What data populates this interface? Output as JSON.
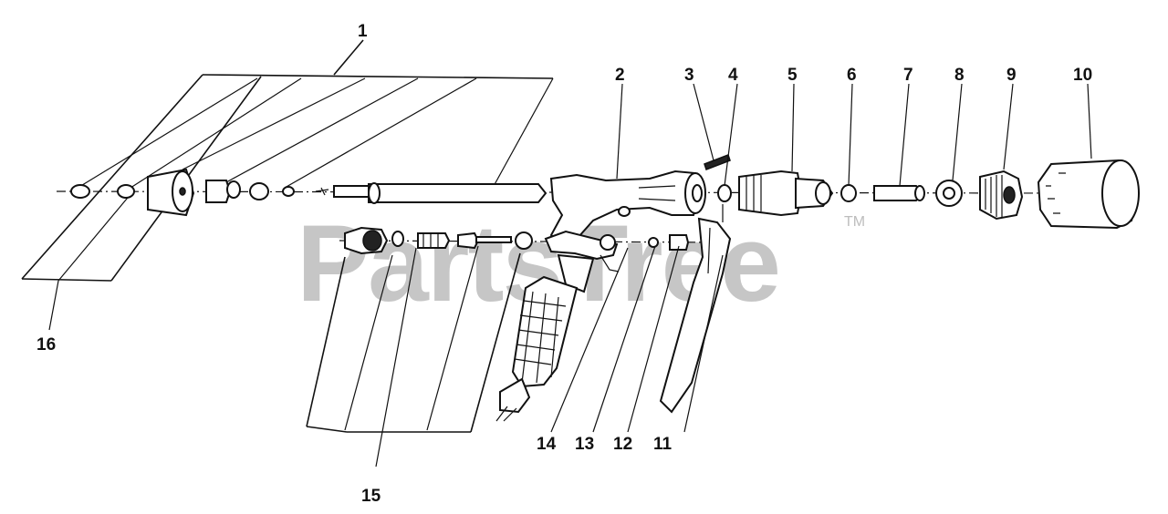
{
  "watermark": {
    "text": "PartsTree",
    "tm": "TM"
  },
  "callouts": {
    "c1": "1",
    "c2": "2",
    "c3": "3",
    "c4": "4",
    "c5": "5",
    "c6": "6",
    "c7": "7",
    "c8": "8",
    "c9": "9",
    "c10": "10",
    "c11": "11",
    "c12": "12",
    "c13": "13",
    "c14": "14",
    "c15": "15",
    "c16": "16"
  }
}
